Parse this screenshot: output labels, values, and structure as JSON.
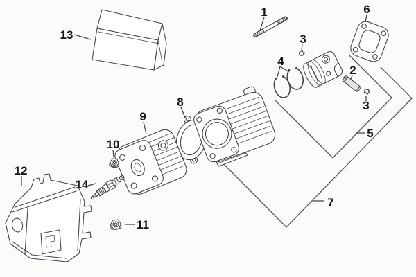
{
  "diagram": {
    "kind": "exploded-parts-diagram",
    "colors": {
      "background": "#fbfbfa",
      "line": "#454545",
      "label": "#161616"
    }
  },
  "callouts": {
    "1": "1",
    "2": "2",
    "3a": "3",
    "3b": "3",
    "4": "4",
    "5": "5",
    "6": "6",
    "7": "7",
    "8": "8",
    "9": "9",
    "10": "10",
    "11": "11",
    "12": "12",
    "13": "13",
    "14": "14"
  }
}
